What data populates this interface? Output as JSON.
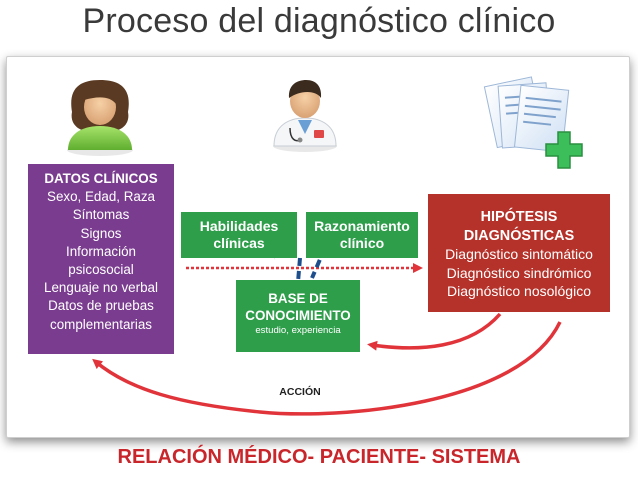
{
  "title": "Proceso del diagnóstico clínico",
  "datos": {
    "heading": "DATOS CLÍNICOS",
    "lines": [
      "Sexo, Edad, Raza",
      "Síntomas",
      "Signos",
      "Información",
      "psicosocial",
      "Lenguaje no verbal",
      "Datos de pruebas",
      "complementarias"
    ]
  },
  "habilidades": {
    "lines": [
      "Habilidades",
      "clínicas"
    ]
  },
  "razonamiento": {
    "lines": [
      "Razonamiento",
      "clínico"
    ]
  },
  "base": {
    "lines": [
      "BASE DE",
      "CONOCIMIENTO"
    ],
    "sub": "estudio, experiencia"
  },
  "hipotesis": {
    "heading_lines": [
      "HIPÓTESIS",
      "DIAGNÓSTICAS"
    ],
    "lines": [
      "Diagnóstico sintomático",
      "Diagnóstico sindrómico",
      "Diagnóstico nosológico"
    ]
  },
  "accion": "ACCIÓN",
  "footer": "RELACIÓN MÉDICO- PACIENTE- SISTEMA",
  "icons": [
    "patient-icon",
    "doctor-icon",
    "documents-icon",
    "medical-cross-icon"
  ],
  "colors": {
    "purple": "#7a3c8f",
    "red": "#b5322a",
    "green": "#2e9e4b",
    "arrow": "#e0343a",
    "dashed": "#1f4e8c"
  }
}
